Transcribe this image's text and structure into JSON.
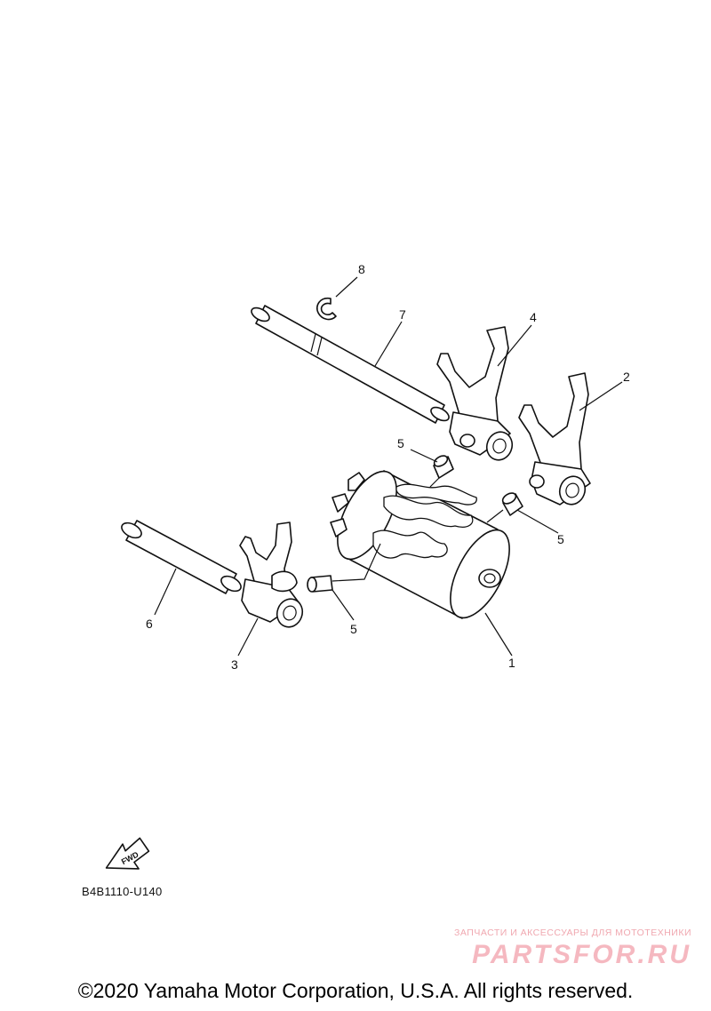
{
  "callouts": [
    "1",
    "2",
    "3",
    "4",
    "5",
    "5",
    "5",
    "6",
    "7",
    "8"
  ],
  "fwd_label": "FWD",
  "diagram_code": "B4B1110-U140",
  "watermark": {
    "subtitle": "ЗАПЧАСТИ И АКСЕССУАРЫ ДЛЯ МОТОТЕХНИКИ",
    "brand": "PARTSFOR.RU"
  },
  "copyright": "©2020 Yamaha Motor Corporation, U.S.A. All rights reserved."
}
